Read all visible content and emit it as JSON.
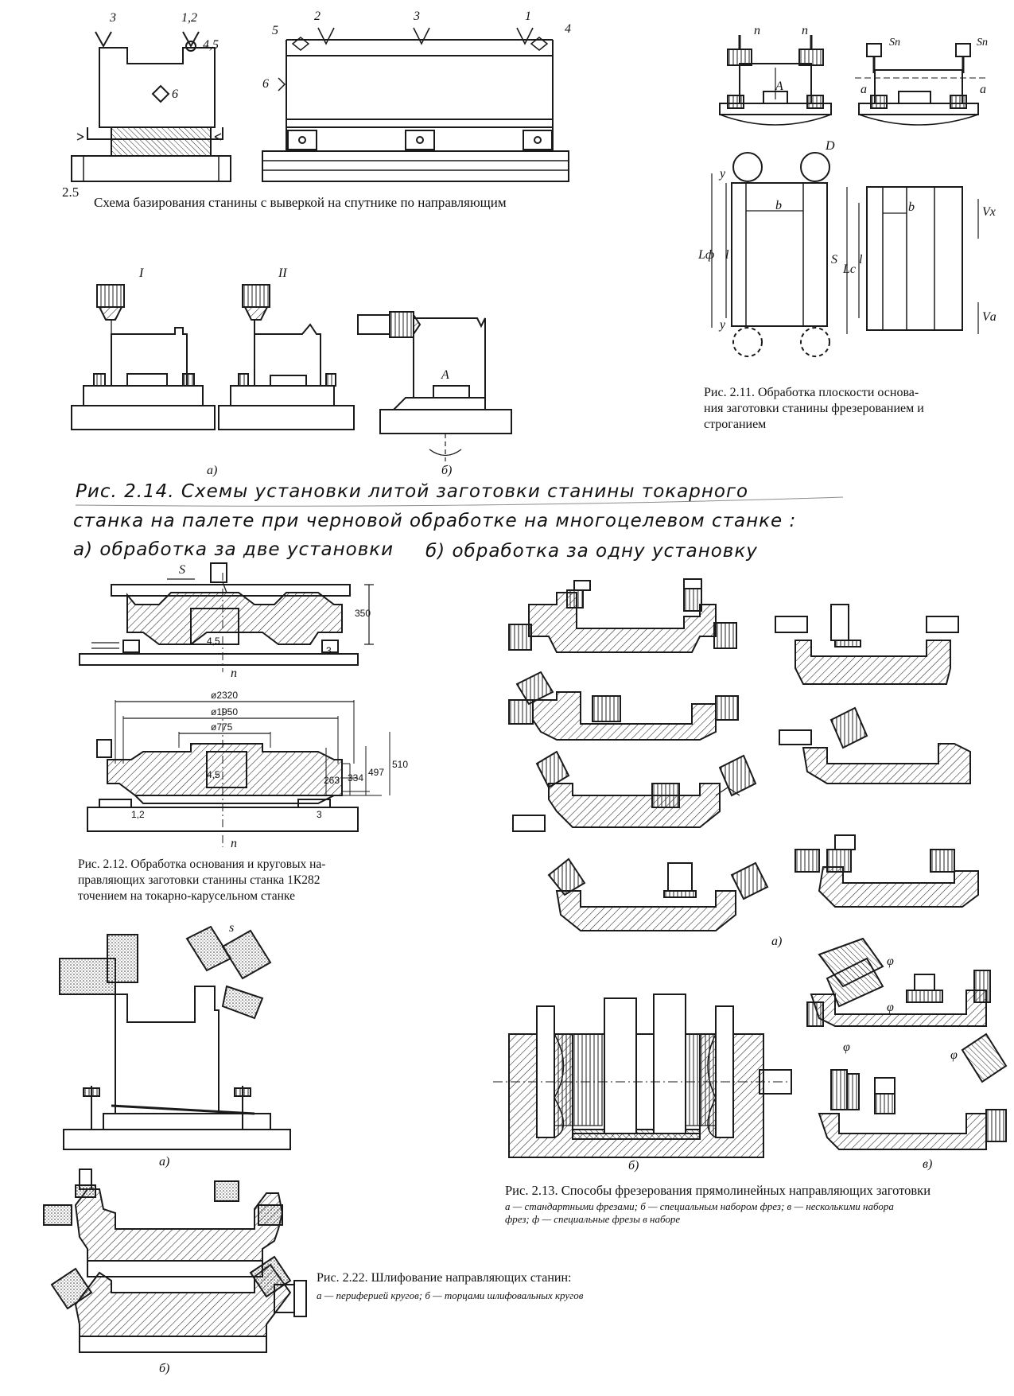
{
  "captions": {
    "fig25_num": "2.5",
    "fig25": "Схема базирования станины с выверкой на спутнике по направляющим",
    "fig211_l1": "Рис. 2.11. Обработка плоскости основа-",
    "fig211_l2": "ния заготовки станины фрезерованием и",
    "fig211_l3": "строганием",
    "fig214_l1": "Рис. 2.14. Схемы установки литой заготовки станины токарного",
    "fig214_l2": "станка на палете при черновой обработке на многоцелевом станке :",
    "fig214_l3a": "а) обработка за две установки",
    "fig214_l3b": "б) обработка за одну установку",
    "fig212_l1": "Рис. 2.12. Обработка основания и круговых на-",
    "fig212_l2": "правляющих заготовки станины станка 1К282",
    "fig212_l3": "точением на токарно-карусельном станке",
    "fig213_l1": "Рис. 2.13. Способы фрезерования прямолинейных направляющих заготовки",
    "fig213_l2": "а — стандартными фрезами; б — специальным набором фрез; в — несколькими набора",
    "fig213_l3": "фрез; ф — специальные фрезы в наборе",
    "fig222_l1": "Рис. 2.22. Шлифование направляющих станин:",
    "fig222_l2": "а — периферией кругов; б — торцами шлифовальных кругов"
  },
  "labels": {
    "n3": "3",
    "n12": "1,2",
    "n45": "4,5",
    "n6": "6",
    "n5": "5",
    "n2": "2",
    "n3b": "3",
    "n1": "1",
    "n4": "4",
    "n6b": "6",
    "roman1": "I",
    "roman2": "II",
    "sub_a": "а)",
    "sub_b": "б)",
    "letterA": "A",
    "n_left": "n",
    "n_right": "n",
    "sn_left": "Sп",
    "sn_right": "Sп",
    "a_left": "a",
    "a_right": "a",
    "A211": "A",
    "D": "D",
    "y_top": "y",
    "y_bot": "y",
    "b1": "b",
    "b2": "b",
    "Lf": "Lф",
    "l1": "l",
    "l2": "l",
    "Lc": "Lс",
    "S": "S",
    "Vx": "Vх",
    "Va": "Vа",
    "s212a": "S",
    "d350": "350",
    "phi2320": "ø2320",
    "phi1950": "ø1950",
    "phi775": "ø775",
    "d263": "263",
    "d334": "334",
    "d497": "497",
    "d510": "510",
    "n212a": "n",
    "n212b": "n",
    "n3_212a": "3",
    "n12_212b": "1,2",
    "n3_212b": "3",
    "n45_212a": "4,5",
    "n45_212b": "4,5",
    "sub213a": "а)",
    "sub213b": "б)",
    "sub213c": "в)",
    "phi1": "φ",
    "phi2": "φ",
    "phi3": "φ",
    "phi4": "φ",
    "sub222a": "а)",
    "sub222b": "б)",
    "s222": "s"
  },
  "colors": {
    "ink": "#1a1a1a",
    "paper": "#ffffff"
  }
}
